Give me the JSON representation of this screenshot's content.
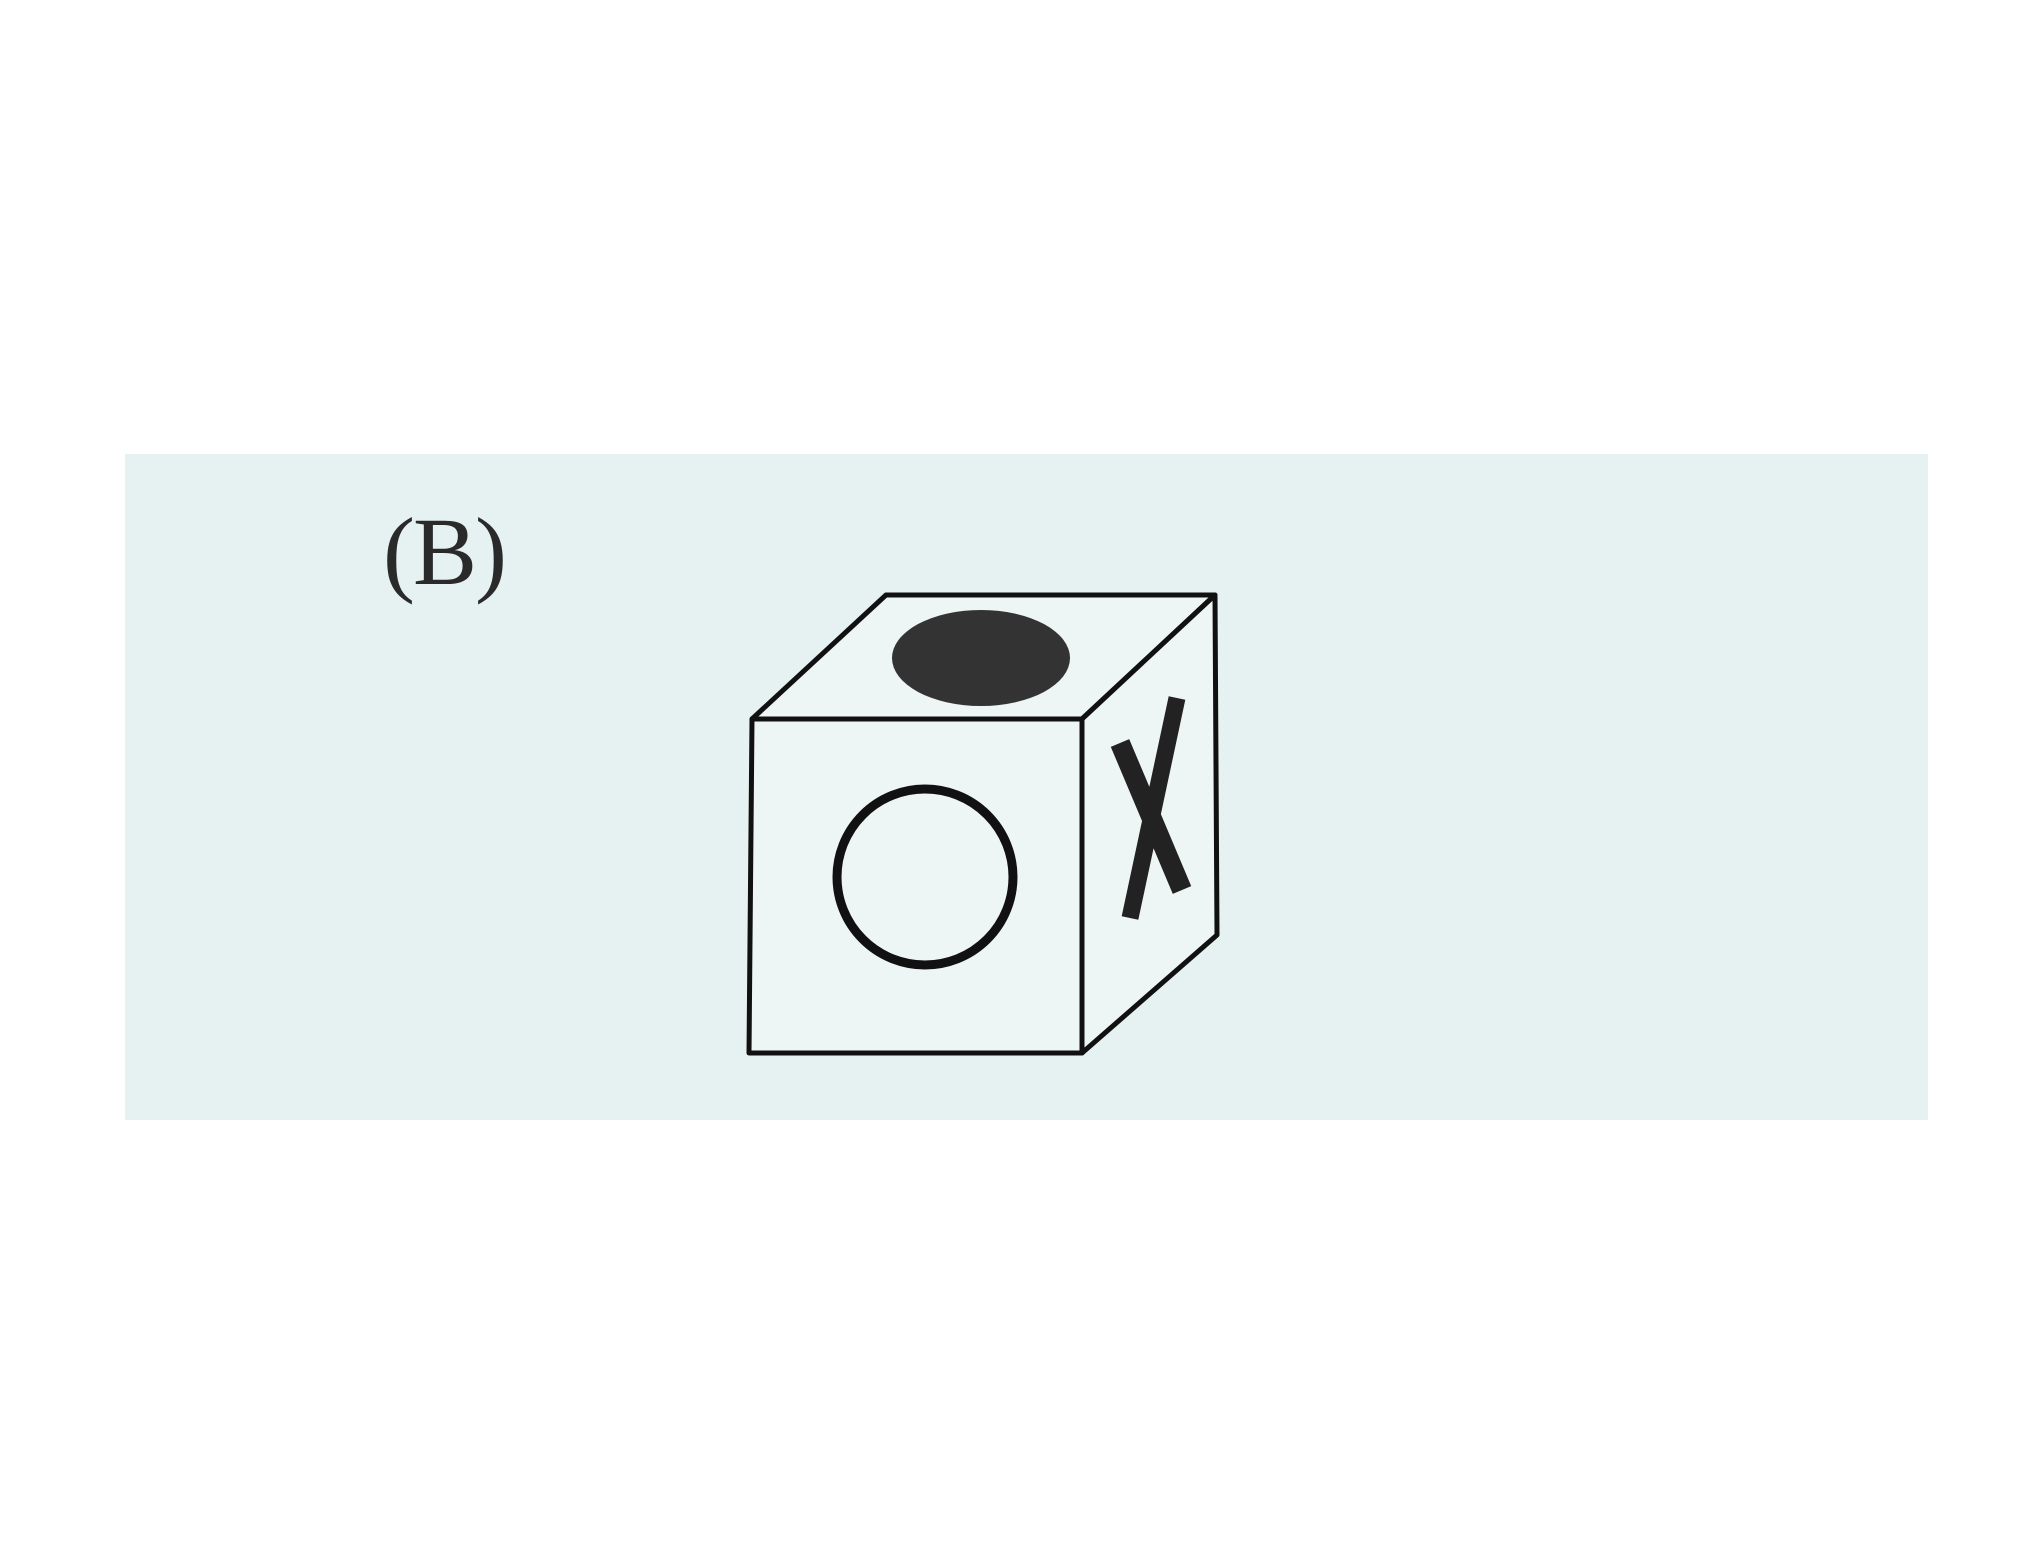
{
  "option": {
    "label": "(B)"
  },
  "cube": {
    "front_face_symbol": "hollow-circle",
    "top_face_symbol": "filled-ellipse",
    "right_face_symbol": "x-cross"
  },
  "colors": {
    "background": "#ffffff",
    "panel": "#e6f2f1",
    "ink": "#111111",
    "face": "#eef6f5"
  }
}
